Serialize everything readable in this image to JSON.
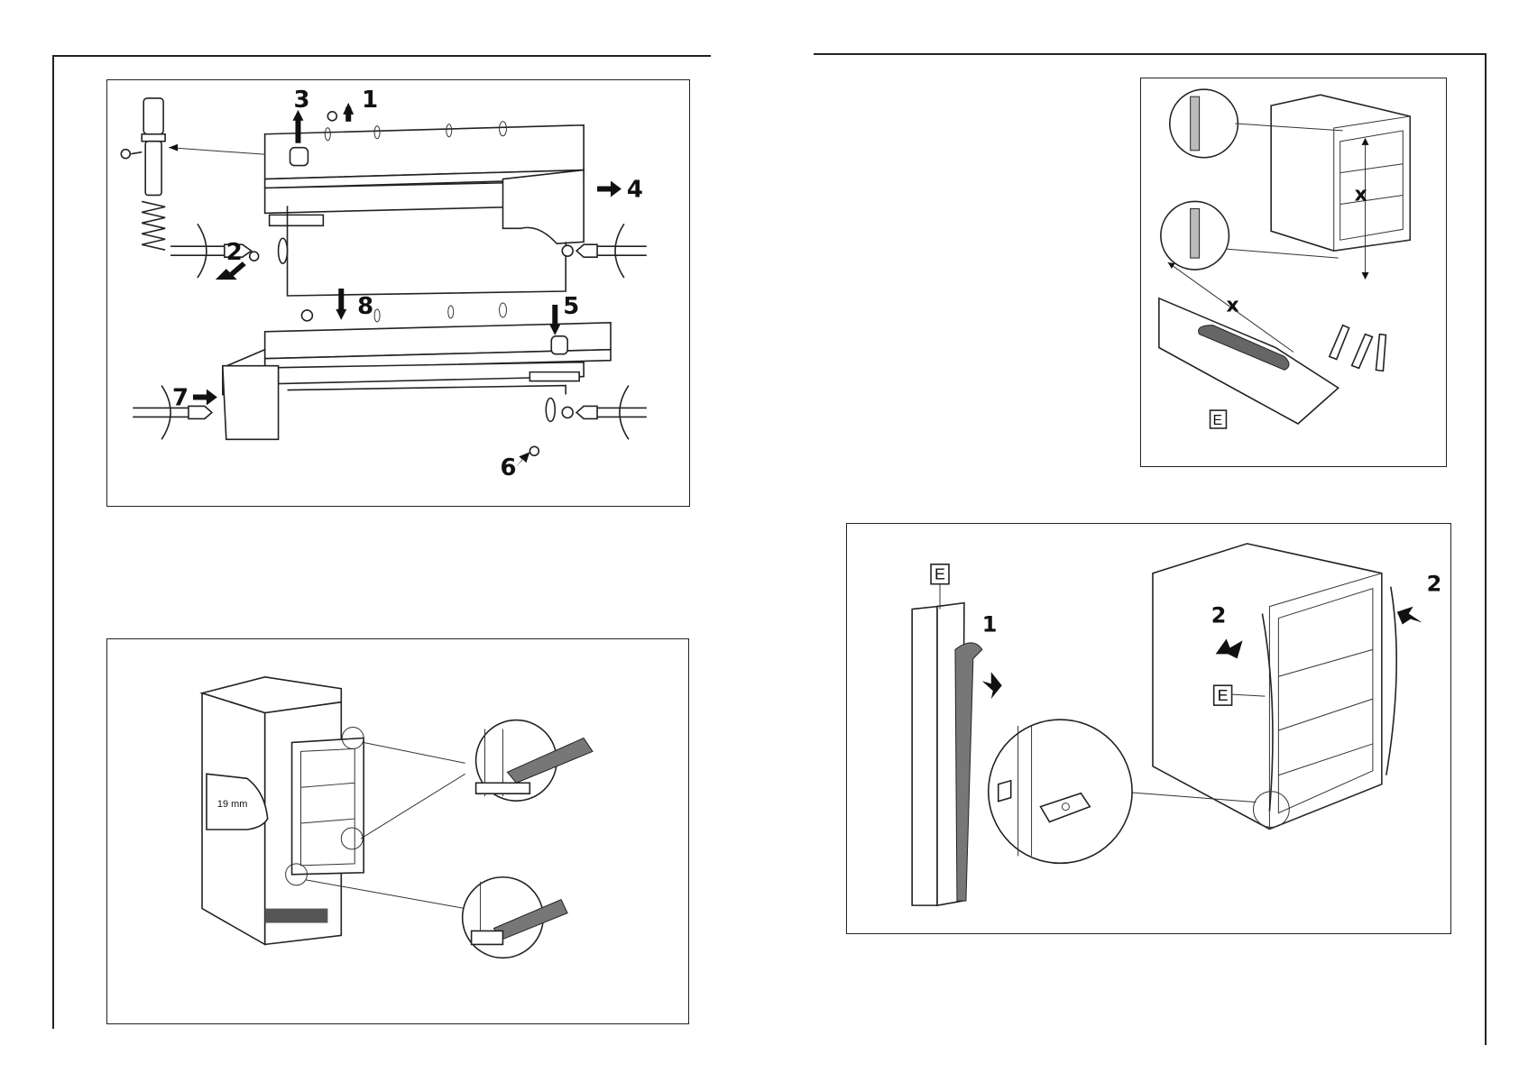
{
  "panel_a": {
    "step_labels": [
      "1",
      "2",
      "3",
      "4",
      "5",
      "6",
      "7",
      "8"
    ]
  },
  "panel_b": {
    "measurement": "19 mm"
  },
  "panel_c": {
    "dimension_label_upper": "x",
    "dimension_label_lower": "x",
    "part_label": "E"
  },
  "panel_d": {
    "part_label_top": "E",
    "part_label_side": "E",
    "step_1": "1",
    "step_2_left": "2",
    "step_2_right": "2"
  }
}
